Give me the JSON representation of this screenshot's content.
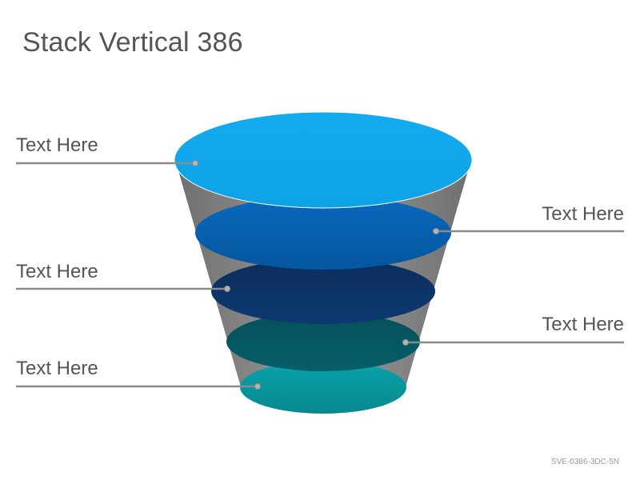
{
  "title": "Stack Vertical 386",
  "footer_code": "SVE-0386-3DC-5N",
  "colors": {
    "cone": "#8c8c8c",
    "layer_1": "#12a7ec",
    "layer_2": "#0560b0",
    "layer_3": "#0a3063",
    "layer_4": "#06545e",
    "layer_5": "#089aa2",
    "leader_line": "#8a8a8a"
  },
  "labels": [
    {
      "text": "Text Here",
      "side": "left"
    },
    {
      "text": "Text Here",
      "side": "right"
    },
    {
      "text": "Text Here",
      "side": "left"
    },
    {
      "text": "Text Here",
      "side": "right"
    },
    {
      "text": "Text Here",
      "side": "left"
    }
  ]
}
